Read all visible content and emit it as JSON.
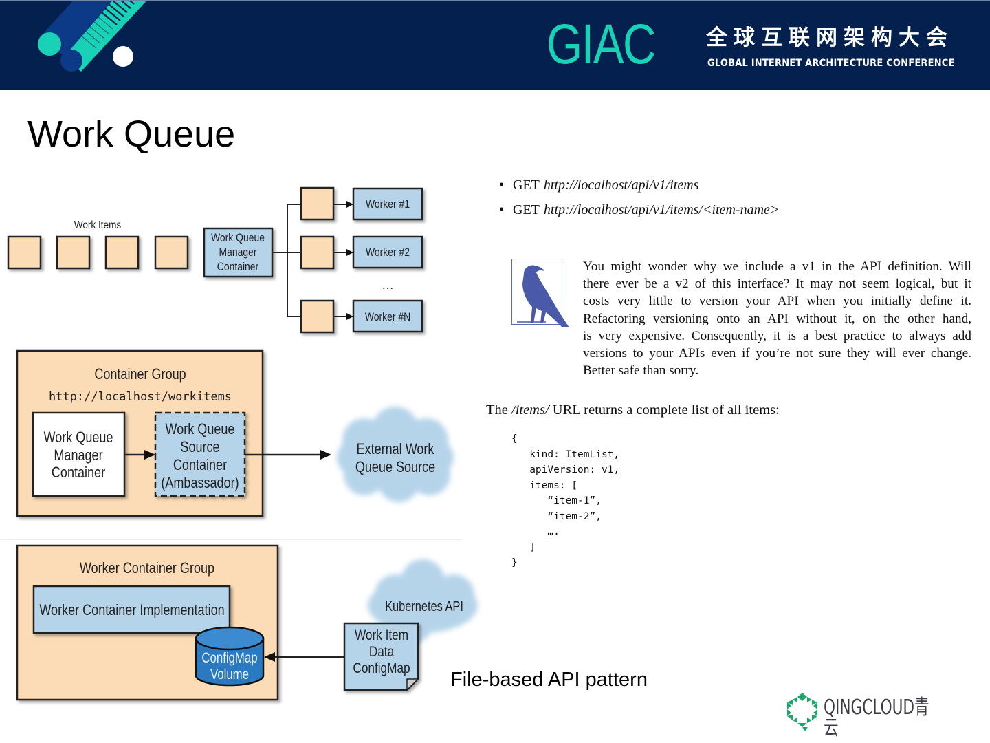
{
  "header": {
    "brand": "GIAC",
    "title_cn": "全球互联网架构大会",
    "title_en": "GLOBAL INTERNET ARCHITECTURE CONFERENCE",
    "colors": {
      "background": "#03204f",
      "accent": "#19d1b4",
      "secondary": "#0d3a86"
    }
  },
  "slide": {
    "title": "Work Queue",
    "caption": "File-based API pattern"
  },
  "diagram_top": {
    "work_items_label": "Work Items",
    "work_item_count": 4,
    "manager_label": [
      "Work Queue",
      "Manager",
      "Container"
    ],
    "workers": [
      "Worker #1",
      "Worker #2",
      "Worker #N"
    ],
    "ellipsis": "…"
  },
  "diagram_middle": {
    "group_title": "Container Group",
    "group_url": "http://localhost/workitems",
    "manager_label": [
      "Work Queue",
      "Manager",
      "Container"
    ],
    "ambassador_label": [
      "Work Queue",
      "Source",
      "Container",
      "(Ambassador)"
    ],
    "external_label": [
      "External Work",
      "Queue Source"
    ]
  },
  "diagram_bottom": {
    "group_title": "Worker Container Group",
    "implementation_label": "Worker Container Implementation",
    "volume_label": [
      "ConfigMap",
      "Volume"
    ],
    "api_label": "Kubernetes API",
    "configmap_label": [
      "Work Item",
      "Data",
      "ConfigMap"
    ]
  },
  "api_endpoints": [
    {
      "method": "GET",
      "url": "http://localhost/api/v1/items"
    },
    {
      "method": "GET",
      "url": "http://localhost/api/v1/items/<item-name>"
    }
  ],
  "note": {
    "icon": "crow-icon",
    "lines": [
      "You might wonder why we include a v1 in the API definition. Will",
      "there ever be a v2 of this interface? It may not seem logical, but it",
      "costs very little to version your API when you initially define it.",
      "Refactoring versioning onto an API without it, on the other hand,",
      "is very expensive. Consequently, it is a best practice to always add",
      "versions to your APIs even if you’re not sure they will ever change.",
      "Better safe than sorry."
    ]
  },
  "items_intro": {
    "prefix": "The ",
    "path": "/items/",
    "suffix": " URL returns a complete list of all items:"
  },
  "code_lines": [
    "{",
    "   kind: ItemList,",
    "   apiVersion: v1,",
    "   items: [",
    "      “item-1”,",
    "      “item-2”,",
    "      ….",
    "   ]",
    "}"
  ],
  "footer": {
    "logo_text": "QINGCLOUD青云",
    "logo_color": "#1aa86b"
  }
}
